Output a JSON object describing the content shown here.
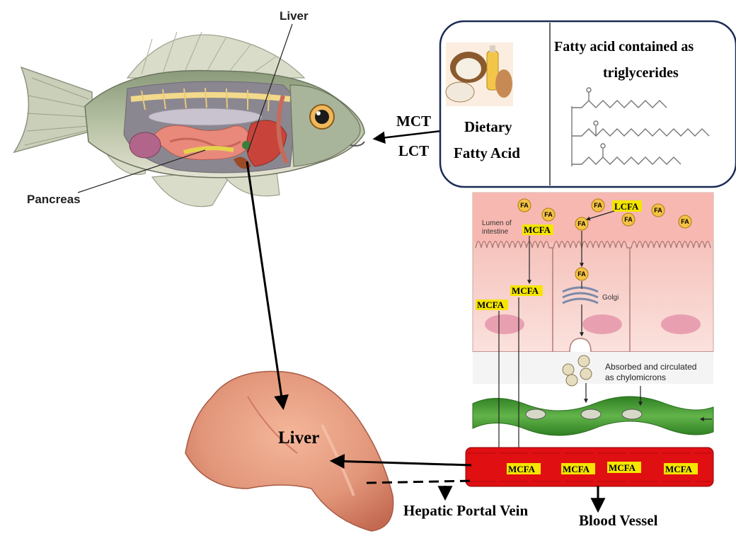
{
  "fish": {
    "liver_label": "Liver",
    "pancreas_label": "Pancreas"
  },
  "inputs": {
    "mct": "MCT",
    "lct": "LCT"
  },
  "dietary": {
    "line1": "Dietary",
    "line2": "Fatty Acid"
  },
  "triglyceride_box": {
    "title_line1": "Fatty acid contained as",
    "title_line2": "triglycerides"
  },
  "intestine": {
    "lumen_line1": "Lumen of",
    "lumen_line2": "intestine",
    "fa": "FA",
    "lcfa": "LCFA",
    "mcfa": "MCFA",
    "golgi": "Golgi",
    "chylo_line1": "Absorbed and circulated",
    "chylo_line2": "as chylomicrons"
  },
  "liver_organ_label": "Liver",
  "bottom": {
    "portal_vein": "Hepatic Portal Vein",
    "blood_vessel": "Blood Vessel"
  },
  "colors": {
    "tag_yellow": "#f5e500",
    "vessel_red": "#e00f12",
    "lymph_green": "#3f9a2e",
    "cell_pink": "#f7c9c4",
    "box_border": "#1b2b55"
  }
}
